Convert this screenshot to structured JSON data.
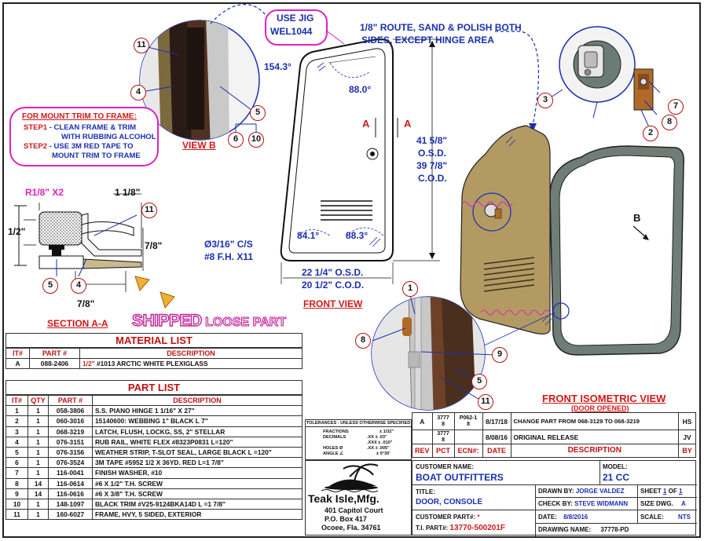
{
  "notes": {
    "jig_line1": "USE JIG",
    "jig_line2": "WEL1044",
    "route_line1": "1/8\" ROUTE, SAND & POLISH BOTH",
    "route_line2": "SIDES, EXCEPT HINGE AREA",
    "mount_title": "FOR MOUNT TRIM TO FRAME:",
    "step1_label": "STEP1",
    "step1_text1": " - CLEAN FRAME & TRIM",
    "step1_text2": "WITH RUBBING ALCOHOL",
    "step2_label": "STEP2",
    "step2_text1": " - USE 3M RED TAPE TO",
    "step2_text2": "MOUNT TRIM TO FRAME",
    "shipped": "SHIPPED",
    "loose_part": "LOOSE PART"
  },
  "views": {
    "view_b": "VIEW B",
    "section_aa": "SECTION A-A",
    "front_view": "FRONT VIEW",
    "iso_view": "FRONT ISOMETRIC VIEW",
    "iso_sub": "(DOOR OPENED)",
    "label_b": "B",
    "label_a1": "A",
    "label_a2": "A"
  },
  "dims": {
    "angle_top": "154.3°",
    "angle_88_0": "88.0°",
    "angle_84_1": "84.1°",
    "angle_88_3": "88.3°",
    "osd_h1": "41 5/8\"",
    "osd_h2": "O.S.D.",
    "cod_h1": "39 7/8\"",
    "cod_h2": "C.O.D.",
    "osd_w": "22 1/4\" O.S.D.",
    "cod_w": "20 1/2\" C.O.D.",
    "screw1": "Ø3/16\" C/S",
    "screw2": "#8 F.H. X11",
    "r18": "R1/8\" X2",
    "w118": "1 1/8\"",
    "h12": "1/2\"",
    "h78": "7/8\"",
    "w78": "7/8\""
  },
  "callouts": {
    "c1": "1",
    "c2": "2",
    "c3": "3",
    "c4": "4",
    "c5": "5",
    "c6": "6",
    "c7": "7",
    "c8": "8",
    "c9": "9",
    "c10": "10",
    "c11": "11"
  },
  "material_list": {
    "title": "MATERIAL LIST",
    "headers": [
      "IT#",
      "PART #",
      "DESCRIPTION"
    ],
    "rows": [
      {
        "it": "A",
        "part": "088-2406",
        "qty_desc": "1/2\"",
        "desc": " #1013 ARCTIC WHITE PLEXIGLASS"
      }
    ]
  },
  "part_list": {
    "title": "PART LIST",
    "headers": [
      "IT#",
      "QTY",
      "PART #",
      "DESCRIPTION"
    ],
    "rows": [
      {
        "it": "1",
        "qty": "1",
        "part": "058-3806",
        "desc": "S.S. PIANO HINGE 1 1/16\" X 27\""
      },
      {
        "it": "2",
        "qty": "1",
        "part": "060-3016",
        "desc": "15140600: WEBBING 1\" BLACK L 7\""
      },
      {
        "it": "3",
        "qty": "1",
        "part": "068-3219",
        "desc": "LATCH, FLUSH, LOCKG, SS, 2\" STELLAR"
      },
      {
        "it": "4",
        "qty": "1",
        "part": "076-3151",
        "desc": "RUB RAIL, WHITE FLEX #8323P0831 L=120\""
      },
      {
        "it": "5",
        "qty": "1",
        "part": "076-3156",
        "desc": "WEATHER STRIP, T-SLOT SEAL, LARGE BLACK L =120\""
      },
      {
        "it": "6",
        "qty": "1",
        "part": "076-3524",
        "desc": "3M TAPE #5952 1/2 X 36YD. RED L=1 7/8\""
      },
      {
        "it": "7",
        "qty": "1",
        "part": "116-0041",
        "desc": "FINISH WASHER, #10"
      },
      {
        "it": "8",
        "qty": "14",
        "part": "116-0614",
        "desc": "#6 X 1/2\" T.H. SCREW"
      },
      {
        "it": "9",
        "qty": "14",
        "part": "116-0616",
        "desc": "#6 X 3/8\" T.H. SCREW"
      },
      {
        "it": "10",
        "qty": "1",
        "part": "148-1097",
        "desc": "BLACK TRIM #V25-9124BKA14D L =1 7/8\""
      },
      {
        "it": "11",
        "qty": "1",
        "part": "160-6027",
        "desc": "FRAME, HVY, 5 SIDED, EXTERIOR"
      }
    ]
  },
  "tolerances": {
    "title": "TOLERANCES - UNLESS OTHERWISE SPECIFIED",
    "fractions": "FRACTIONS",
    "fractions_v": "± 1/32\"",
    "decimals": "DECIMALS",
    "dec_xx": ".XX   ± .03\"",
    "dec_xxx": ".XXX ± .010\"",
    "holes": "HOLES   Ø",
    "holes_v": ".XX   ± .005\"",
    "angle": "ANGLE   ∠",
    "angle_v": "± 0°30'"
  },
  "revisions": {
    "rows": [
      {
        "rev": "A",
        "pct": "3777\n8",
        "ecn": "P062-1\n8",
        "date": "8/17/18",
        "desc": "CHANGE PART FROM 068-3129 TO 068-3219",
        "by": "HS"
      },
      {
        "rev": "",
        "pct": "3777\n8",
        "ecn": "",
        "date": "8/08/16",
        "desc": "ORIGINAL RELEASE",
        "by": "JV"
      }
    ],
    "headers": [
      "REV",
      "PCT",
      "ECN#:",
      "DATE",
      "DESCRIPTION",
      "BY"
    ]
  },
  "company": {
    "name": "Teak Isle,Mfg.",
    "addr1": "401 Capitol Court",
    "addr2": "P.O. Box 417",
    "addr3": "Ocoee, Fla. 34761"
  },
  "title_block": {
    "customer_name_label": "CUSTOMER NAME:",
    "customer_name": "BOAT OUTFITTERS",
    "model_label": "MODEL:",
    "model": "21 CC",
    "title_label": "TITLE:",
    "title": "DOOR, CONSOLE",
    "drawn_label": "DRAWN BY:",
    "drawn": "JORGE VALDEZ",
    "check_label": "CHECK BY:",
    "check": "STEVE WIDMANN",
    "sheet_label": "SHEET",
    "sheet": "1",
    "of_label": "OF",
    "of": "1",
    "size_label": "SIZE DWG.",
    "size": "A",
    "cust_part_label": "CUSTOMER PART#:",
    "cust_part": "*",
    "ti_part_label": "T.I. PART#:",
    "ti_part": "13770-500201F",
    "date_label": "DATE:",
    "date": "8/8/2016",
    "scale_label": "SCALE:",
    "scale": "NTS",
    "drawing_label": "DRAWING NAME:",
    "drawing": "37778-PD"
  },
  "colors": {
    "dim_blue": "#1a2fb0",
    "note_magenta": "#e020c0",
    "header_red": "#c01010",
    "door_tan": "#b39a63"
  }
}
